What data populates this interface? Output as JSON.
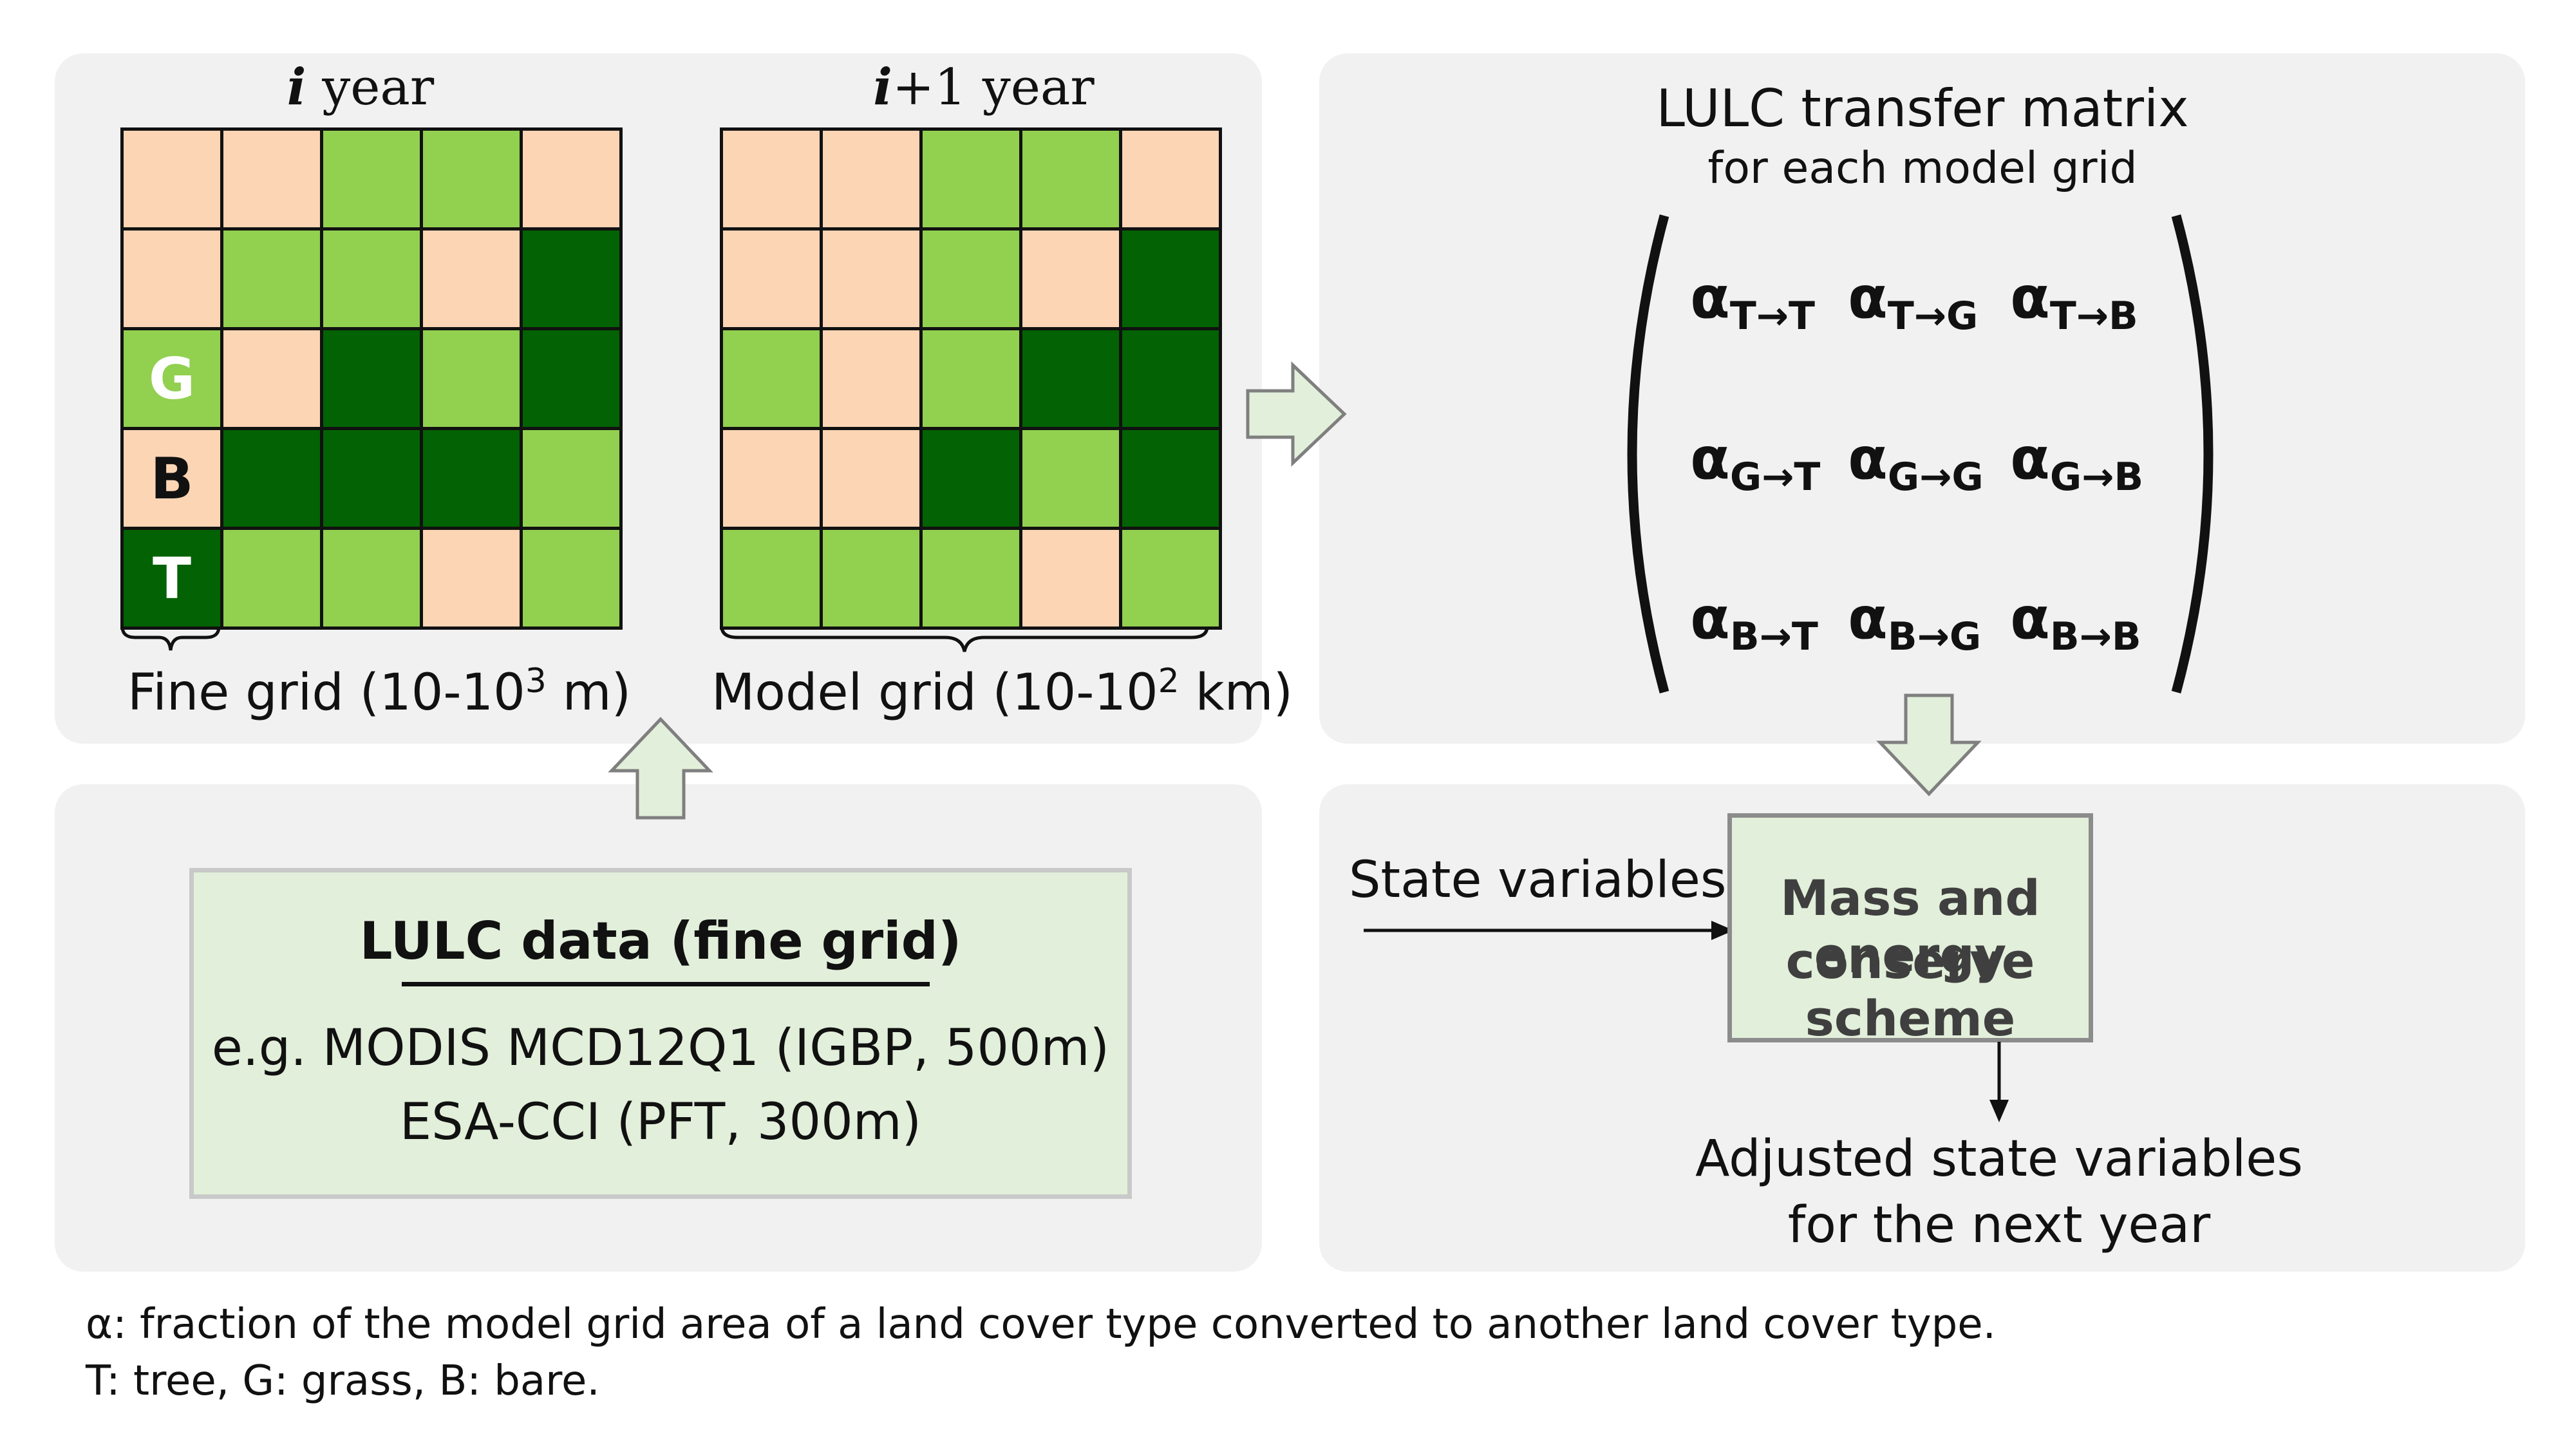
{
  "grids": {
    "year_i_italic": "i",
    "year_i_suffix": " year",
    "year_next_italic": "i",
    "year_next_suffix": "+1 year",
    "fine_caption_prefix": "Fine grid (10-10",
    "fine_caption_sup": "3",
    "fine_caption_suffix": " m)",
    "model_caption_prefix": "Model grid (10-10",
    "model_caption_sup": "2",
    "model_caption_suffix": " km)",
    "year_i_cells": [
      [
        "B",
        "B",
        "G",
        "G",
        "B"
      ],
      [
        "B",
        "G",
        "G",
        "B",
        "T"
      ],
      [
        "G",
        "B",
        "T",
        "G",
        "T"
      ],
      [
        "B",
        "T",
        "T",
        "T",
        "G"
      ],
      [
        "T",
        "G",
        "G",
        "B",
        "G"
      ]
    ],
    "year_i_cell_labels": {
      "2-0": "G",
      "3-0": "B",
      "4-0": "T"
    },
    "year_next_cells": [
      [
        "B",
        "B",
        "G",
        "G",
        "B"
      ],
      [
        "B",
        "B",
        "G",
        "B",
        "T"
      ],
      [
        "G",
        "B",
        "G",
        "T",
        "T"
      ],
      [
        "B",
        "B",
        "T",
        "G",
        "T"
      ],
      [
        "G",
        "G",
        "G",
        "B",
        "G"
      ]
    ]
  },
  "matrix": {
    "title": "LULC transfer matrix",
    "subtitle": "for each model grid",
    "alpha_symbol": "α",
    "entries": [
      [
        "T→T",
        "T→G",
        "T→B"
      ],
      [
        "G→T",
        "G→G",
        "G→B"
      ],
      [
        "B→T",
        "B→G",
        "B→B"
      ]
    ]
  },
  "lulc": {
    "title": "LULC data (fine grid)",
    "line1": "e.g. MODIS MCD12Q1 (IGBP, 500m)",
    "line2": "ESA-CCI (PFT, 300m)"
  },
  "scheme": {
    "input_label": "State variables",
    "box_line1": "Mass and energy",
    "box_line2": "conserve scheme",
    "output_line1": "Adjusted state variables",
    "output_line2": "for the next year"
  },
  "footnotes": {
    "line1": "α: fraction of the model grid area of a land cover type converted to another land cover type.",
    "line2": "T: tree, G: grass, B: bare."
  },
  "colors": {
    "tree": "#036203",
    "grass": "#92d050",
    "bare": "#fcd5b5",
    "panel": "#f1f1f1",
    "arrow_fill": "#e2efda"
  }
}
